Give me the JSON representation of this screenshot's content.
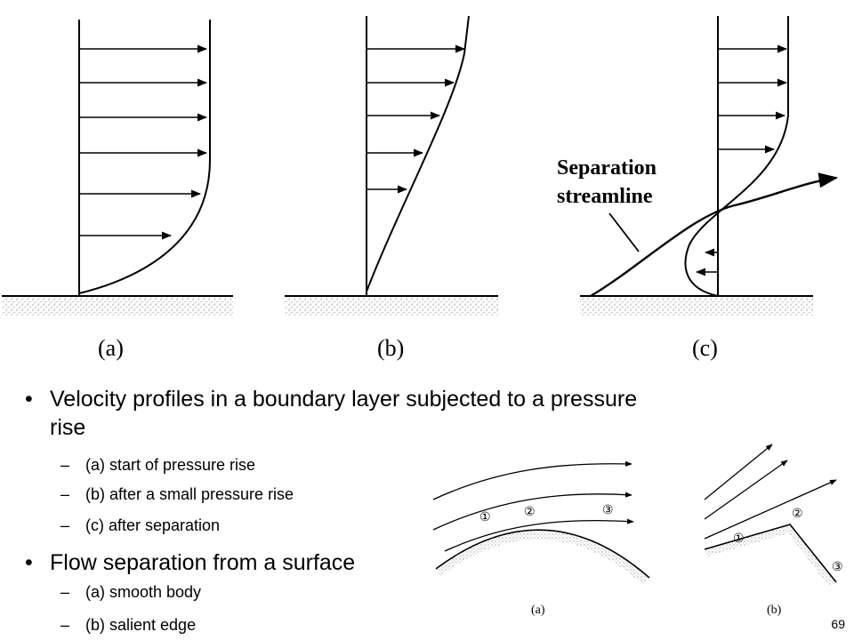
{
  "figure_top": {
    "panel_labels": [
      "(a)",
      "(b)",
      "(c)"
    ],
    "annotation_line1": "Separation",
    "annotation_line2": "streamline"
  },
  "bullets": [
    {
      "text_line1": "Velocity profiles in a boundary layer subjected to a pressure",
      "text_line2": "rise",
      "sub": [
        "(a) start of pressure rise",
        "(b) after a small pressure rise",
        "(c) after separation"
      ]
    },
    {
      "text_line1": "Flow separation from a surface",
      "sub": [
        "(a) smooth body",
        "(b) salient edge"
      ]
    }
  ],
  "figure_bottom": {
    "panel_labels": [
      "(a)",
      "(b)"
    ],
    "markers_a": [
      "①",
      "②",
      "③"
    ],
    "markers_b": [
      "①",
      "②",
      "③"
    ]
  },
  "page_number": "69",
  "sub_dash": "–",
  "bullet_dot": "•"
}
